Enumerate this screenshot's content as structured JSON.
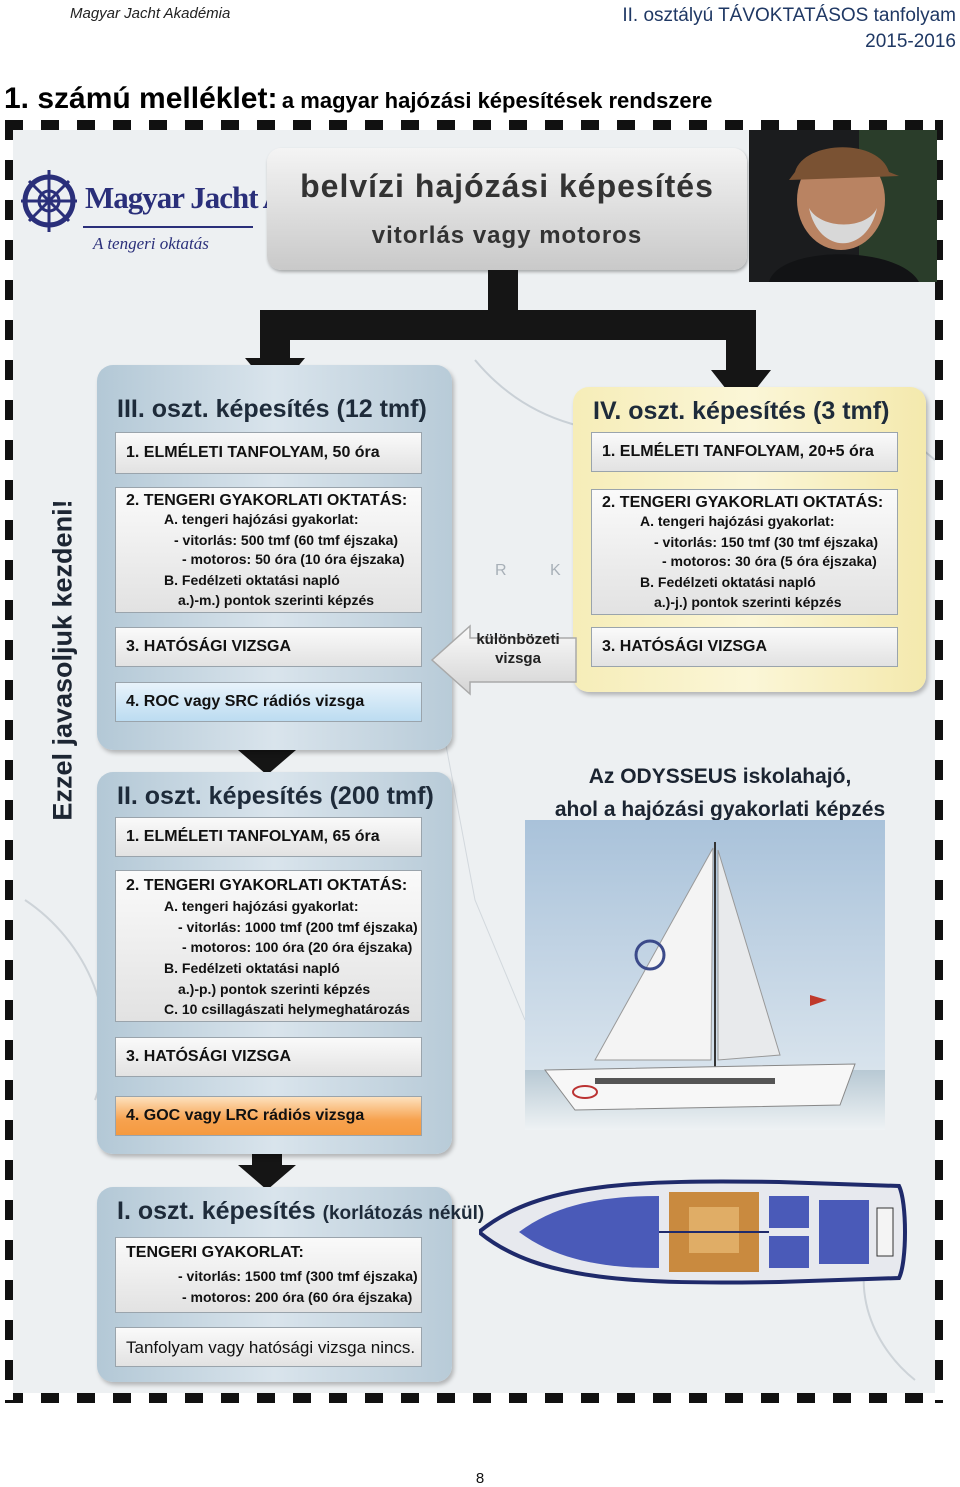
{
  "header": {
    "left": "Magyar Jacht Akadémia",
    "right_line1": "II. osztályú TÁVOKTATÁSOS tanfolyam",
    "right_line2": "2015-2016"
  },
  "title": {
    "main": "1. számú melléklet:",
    "sub": "a magyar hajózási képesítések rendszere"
  },
  "logo": {
    "name": "Magyar Jacht Akadémia",
    "tagline": "A tengeri oktatás"
  },
  "top_box": {
    "line1": "belvízi hajózási képesítés",
    "line2": "vitorlás vagy motoros"
  },
  "side_text": "Ezzel javasoljuk kezdeni!",
  "class3": {
    "title": "III. oszt. képesítés (12 tmf)",
    "item1": "1. ELMÉLETI TANFOLYAM, 50 óra",
    "item2_title": "2. TENGERI GYAKORLATI OKTATÁS:",
    "item2_a": "A. tengeri hajózási gyakorlat:",
    "item2_sail": "- vitorlás: 500 tmf (60 tmf éjszaka)",
    "item2_motor": "- motoros:   50 óra (10 óra éjszaka)",
    "item2_b": "B. Fedélzeti oktatási napló",
    "item2_b_sub": "a.)-m.) pontok szerinti képzés",
    "item3": "3. HATÓSÁGI VIZSGA",
    "item4": "4. ROC vagy SRC rádiós vizsga"
  },
  "class4": {
    "title": "IV. oszt. képesítés (3 tmf)",
    "item1": "1. ELMÉLETI TANFOLYAM, 20+5 óra",
    "item2_title": "2. TENGERI GYAKORLATI OKTATÁS:",
    "item2_a": "A. tengeri hajózási gyakorlat:",
    "item2_sail": "- vitorlás: 150 tmf (30 tmf éjszaka)",
    "item2_motor": "- motoros:   30 óra (5 óra éjszaka)",
    "item2_b": "B. Fedélzeti oktatási napló",
    "item2_b_sub": "a.)-j.) pontok szerinti képzés",
    "item3": "3. HATÓSÁGI VIZSGA"
  },
  "diff_exam": {
    "line1": "különbözeti",
    "line2": "vizsga"
  },
  "class2": {
    "title": "II. oszt. képesítés (200 tmf)",
    "item1": "1. ELMÉLETI TANFOLYAM, 65 óra",
    "item2_title": "2. TENGERI GYAKORLATI OKTATÁS:",
    "item2_a": "A. tengeri hajózási gyakorlat:",
    "item2_sail": "- vitorlás:  1000 tmf (200 tmf éjszaka)",
    "item2_motor": "- motoros:   100 óra (20 óra éjszaka)",
    "item2_b": "B. Fedélzeti oktatási napló",
    "item2_b_sub": "a.)-p.) pontok szerinti képzés",
    "item2_c": "C. 10 csillagászati helymeghatározás",
    "item3": "3. HATÓSÁGI VIZSGA",
    "item4": "4. GOC vagy LRC rádiós vizsga"
  },
  "class1": {
    "title": "I. oszt. képesítés",
    "title_note": "(korlátozás nékül)",
    "practice_title": "TENGERI GYAKORLAT:",
    "practice_sail": "- vitorlás: 1500 tmf (300 tmf éjszaka)",
    "practice_motor": "- motoros:   200 óra (60 óra éjszaka)",
    "note": "Tanfolyam vagy hatósági vizsga nincs."
  },
  "odysseus": {
    "line1": "Az ODYSSEUS iskolahajó,",
    "line2": "ahol a hajózási gyakorlati képzés történik."
  },
  "page_number": "8"
}
